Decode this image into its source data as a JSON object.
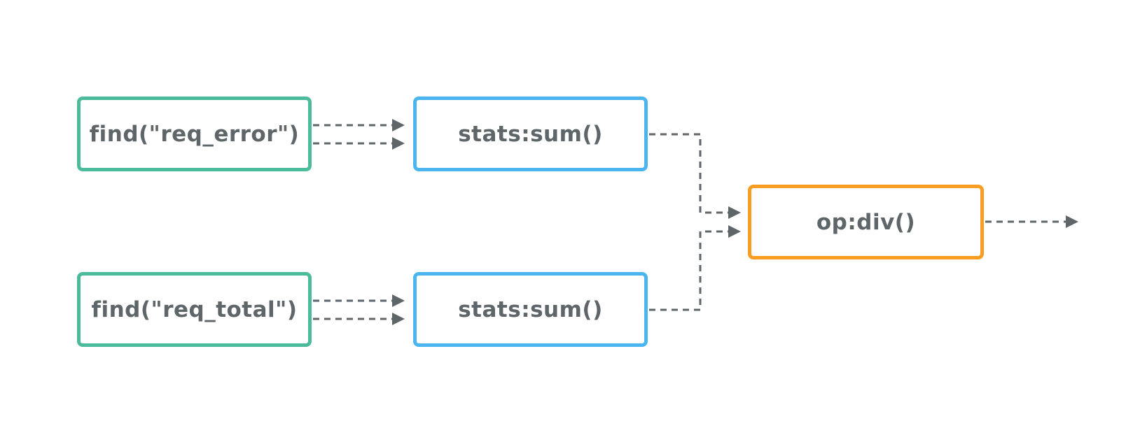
{
  "diagram": {
    "nodes": [
      {
        "id": "find_error",
        "label": "find(\"req_error\")",
        "color": "#4cbb9b"
      },
      {
        "id": "find_total",
        "label": "find(\"req_total\")",
        "color": "#4cbb9b"
      },
      {
        "id": "sum_1",
        "label": "stats:sum()",
        "color": "#4ab5ef"
      },
      {
        "id": "sum_2",
        "label": "stats:sum()",
        "color": "#4ab5ef"
      },
      {
        "id": "div",
        "label": "op:div()",
        "color": "#f89d22"
      }
    ],
    "edges": [
      {
        "from": "find_error",
        "to": "sum_1"
      },
      {
        "from": "find_error",
        "to": "sum_1"
      },
      {
        "from": "find_total",
        "to": "sum_2"
      },
      {
        "from": "find_total",
        "to": "sum_2"
      },
      {
        "from": "sum_1",
        "to": "div"
      },
      {
        "from": "sum_2",
        "to": "div"
      },
      {
        "from": "div",
        "to": "output"
      }
    ],
    "edge_color": "#5f6669",
    "edge_style": "dashed"
  }
}
